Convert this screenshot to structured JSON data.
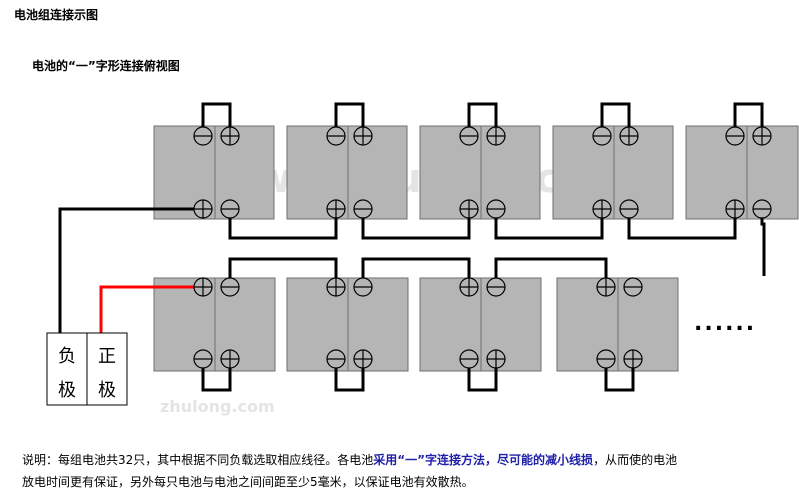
{
  "page": {
    "title": "电池组连接示图",
    "diagram_title": "电池的“一”字形连接俯视图"
  },
  "terminals": {
    "negative": [
      "负",
      "极"
    ],
    "positive": [
      "正",
      "极"
    ]
  },
  "continuation": "......",
  "watermark": {
    "text_1": "www.zhulong.com",
    "text_2": "zhulong.com"
  },
  "caption": {
    "part1": "说明：每组电池共32只，其中根据不同负载选取相应线径。各电池",
    "highlight": "采用“一”字连接方法，尽可能的减小线损",
    "part2": "，从而使的电池放电时间更有保证，另外每只电池与电池之间间距至少5毫米，以保证电池有效散热。"
  },
  "colors": {
    "battery_fill": "#b5b5b5",
    "battery_stroke": "#6e6e6e",
    "wire": "#000000",
    "positive_wire": "#ff0000",
    "highlight_text": "#1f1fa8",
    "watermark": "#e4e4e4"
  }
}
